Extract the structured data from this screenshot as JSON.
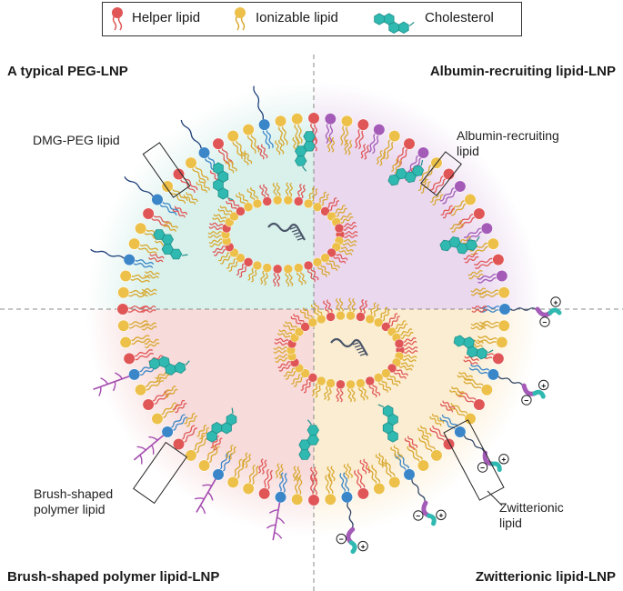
{
  "legend": {
    "helper": "Helper lipid",
    "ionizable": "Ionizable lipid",
    "cholesterol": "Cholesterol"
  },
  "quadrants": {
    "tl": "A typical PEG-LNP",
    "tr": "Albumin-recruiting lipid-LNP",
    "bl": "Brush-shaped polymer lipid-LNP",
    "br": "Zwitterionic lipid-LNP"
  },
  "callouts": {
    "dmg_peg": "DMG-PEG lipid",
    "albumin_1": "Albumin-recruiting",
    "albumin_2": "lipid",
    "brush_1": "Brush-shaped",
    "brush_2": "polymer lipid",
    "zwitter_1": "Zwitterionic",
    "zwitter_2": "lipid"
  },
  "charges": {
    "plus": "+",
    "minus": "−"
  },
  "colors": {
    "helper_head": "#e05656",
    "ionizable_head": "#edc04a",
    "peg_head": "#3a86c8",
    "albumin_head": "#a45bb8",
    "cholesterol": "#2fb9b1",
    "peg_chain": "#1f3f7a",
    "brush": "#a44bb0",
    "zwitter_coil": "#344868",
    "mrna": "#4a5568",
    "tl_bg": "#d5efe9",
    "tr_bg": "#e9d6ee",
    "bl_bg": "#f7d9d9",
    "br_bg": "#fbeccf"
  }
}
